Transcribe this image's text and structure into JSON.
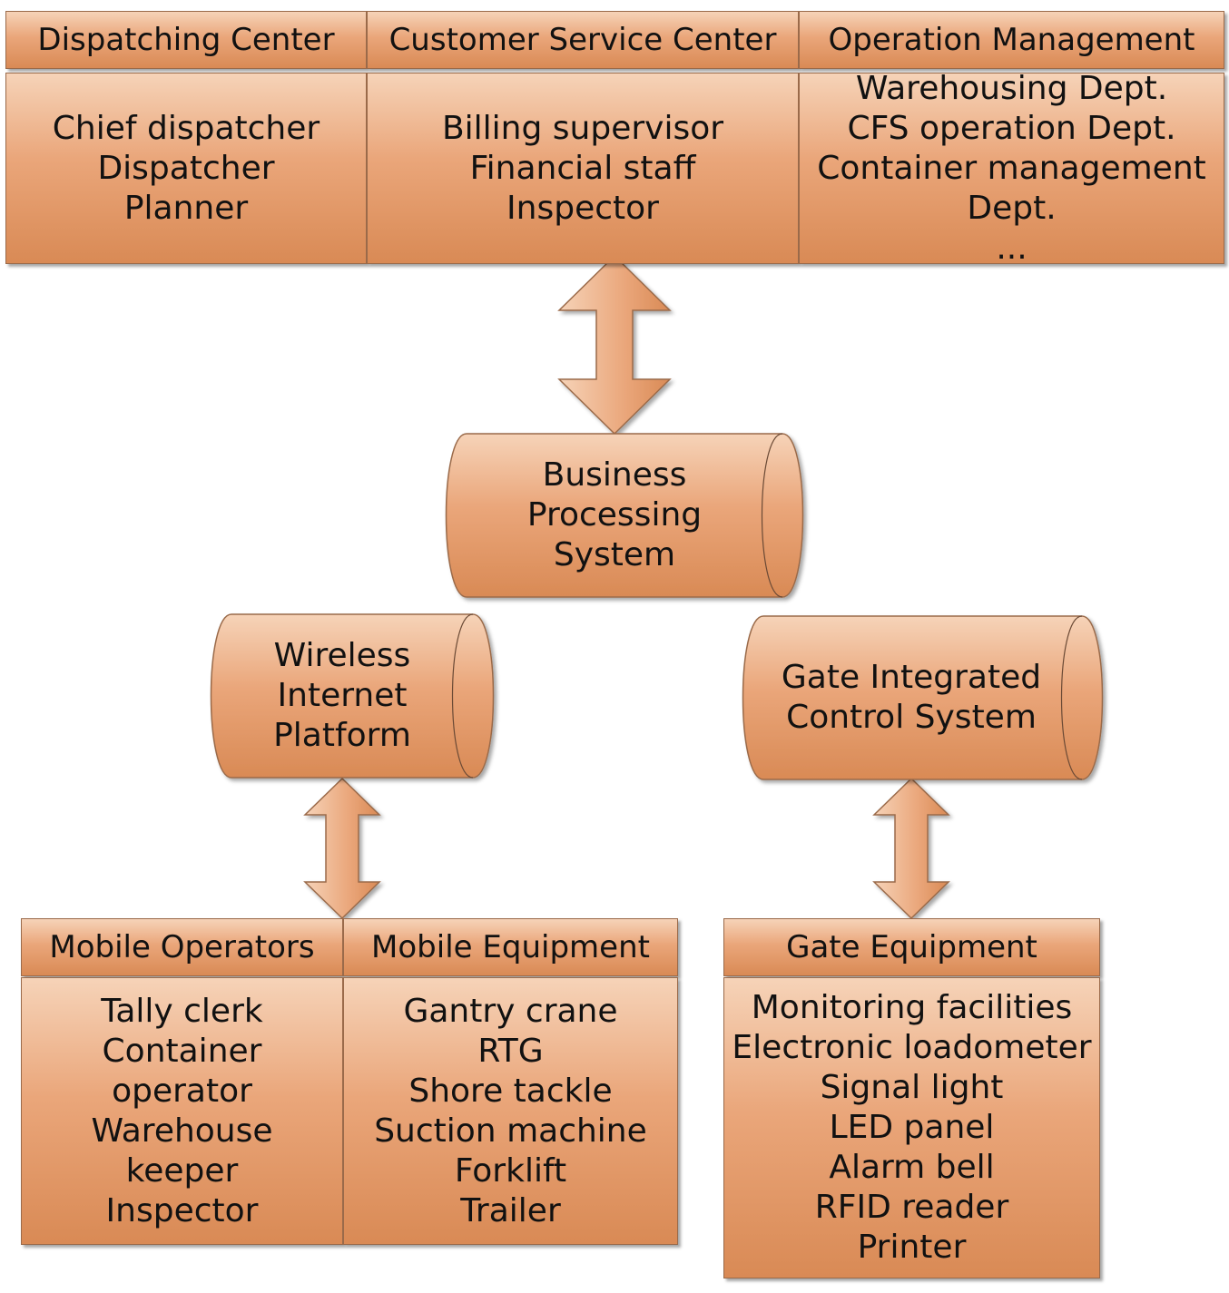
{
  "top": {
    "dispatching": {
      "title": "Dispatching Center",
      "items": [
        "Chief dispatcher",
        "Dispatcher",
        "Planner"
      ]
    },
    "customer_service": {
      "title": "Customer Service Center",
      "items": [
        "Billing supervisor",
        "Financial staff",
        "Inspector"
      ]
    },
    "operation": {
      "title": "Operation Management",
      "items": [
        "Warehousing Dept.",
        "CFS operation Dept.",
        "Container management",
        "Dept.",
        "..."
      ]
    }
  },
  "business_system": {
    "lines": [
      "Business",
      "Processing",
      "System"
    ]
  },
  "wireless_platform": {
    "lines": [
      "Wireless",
      "Internet",
      "Platform"
    ]
  },
  "gate_control": {
    "lines": [
      "Gate Integrated",
      "Control System"
    ]
  },
  "bottom": {
    "mobile_operators": {
      "title": "Mobile Operators",
      "items": [
        "Tally clerk",
        "Container",
        "operator",
        "Warehouse",
        "keeper",
        "Inspector"
      ]
    },
    "mobile_equipment": {
      "title": "Mobile Equipment",
      "items": [
        "Gantry crane",
        "RTG",
        "Shore tackle",
        "Suction machine",
        "Forklift",
        "Trailer"
      ]
    },
    "gate_equipment": {
      "title": "Gate Equipment",
      "items": [
        "Monitoring facilities",
        "Electronic loadometer",
        "Signal light",
        "LED panel",
        "Alarm bell",
        "RFID reader",
        "Printer"
      ]
    }
  },
  "colors": {
    "fill_light": "#f6d3b8",
    "fill_dark": "#d98a55",
    "stroke": "#9a6a4a"
  }
}
